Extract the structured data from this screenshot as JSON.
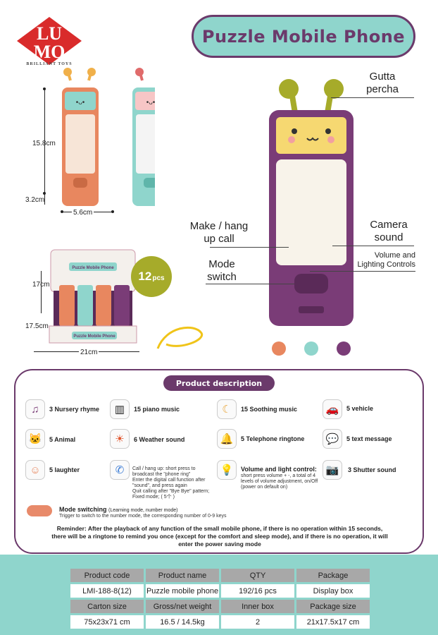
{
  "brand": {
    "logo_text": "LUMO",
    "tagline": "BRILLIANT TOYS"
  },
  "title": "Puzzle Mobile Phone",
  "dimensions": {
    "height": "15.8cm",
    "base": "3.2cm",
    "width": "5.6cm",
    "box_height": "17cm",
    "box_depth": "17.5cm",
    "box_width": "21cm"
  },
  "callouts": {
    "gutta_percha": "Gutta\npercha",
    "make_hang": "Make / hang\nup call",
    "camera_sound": "Camera\nsound",
    "volume": "Volume and\nLighting Controls",
    "mode_switch": "Mode\nswitch"
  },
  "badge": {
    "number": "12",
    "unit": "pcs"
  },
  "colors": {
    "purple": "#6b3a6b",
    "teal": "#8fd5cc",
    "orange": "#e8875f",
    "olive": "#a6ab2a",
    "swatches": [
      "#e8875f",
      "#8fd5cc",
      "#7a3c77"
    ]
  },
  "description": {
    "title": "Product description",
    "features": [
      {
        "icon": "music-note-icon",
        "glyph": "♫",
        "label": "3 Nursery rhyme"
      },
      {
        "icon": "piano-icon",
        "glyph": "▥",
        "label": "15 piano music"
      },
      {
        "icon": "moon-icon",
        "glyph": "☾",
        "label": "15 Soothing music"
      },
      {
        "icon": "vehicle-icon",
        "glyph": "🚗",
        "label": "5 vehicle"
      },
      {
        "icon": "animal-icon",
        "glyph": "🐱",
        "label": "5 Animal"
      },
      {
        "icon": "sun-icon",
        "glyph": "☀",
        "label": "6 Weather sound"
      },
      {
        "icon": "ringtone-icon",
        "glyph": "🔔",
        "label": "5 Telephone ringtone"
      },
      {
        "icon": "message-icon",
        "glyph": "💬",
        "label": "5 text message"
      },
      {
        "icon": "laughter-icon",
        "glyph": "☺",
        "label": "5 laughter"
      },
      {
        "icon": "phone-icon",
        "glyph": "✆",
        "label": "Call / hang up: short press to broadcast the \"phone ring\"\nEnter the digital call function after \"sound\", and press again\nQuit calling after \"Bye Bye\" pattern;\nFixed mode; ( 5个 )"
      },
      {
        "icon": "bulb-icon",
        "glyph": "💡",
        "label": "Volume and light control:",
        "sub": "short press volume + -, a total of 4 levels of volume adjustment, on/Off (power on default on)"
      },
      {
        "icon": "camera-icon",
        "glyph": "📷",
        "label": "3 Shutter sound"
      }
    ],
    "mode": {
      "label": "Mode switching",
      "label_note": "(Learning mode, number mode)",
      "detail": "Trigger to switch to the number mode, the corresponding number of 0-9 keys"
    },
    "reminder": "Reminder: After the playback of any function of the small mobile phone, if there is no operation within 15 seconds, there will be a ringtone to remind you once (except for the comfort and sleep mode), and if there is no operation, it will enter the power saving mode"
  },
  "spec_table": {
    "rows": [
      {
        "headers": [
          "Product code",
          "Product name",
          "QTY",
          "Package"
        ],
        "values": [
          "LMI-188-8(12)",
          "Puzzle mobile phone",
          "192/16 pcs",
          "Display box"
        ]
      },
      {
        "headers": [
          "Carton size",
          "Gross/net weight",
          "Inner box",
          "Package size"
        ],
        "values": [
          "75x23x71 cm",
          "16.5 / 14.5kg",
          "2",
          "21x17.5x17 cm"
        ]
      }
    ]
  }
}
